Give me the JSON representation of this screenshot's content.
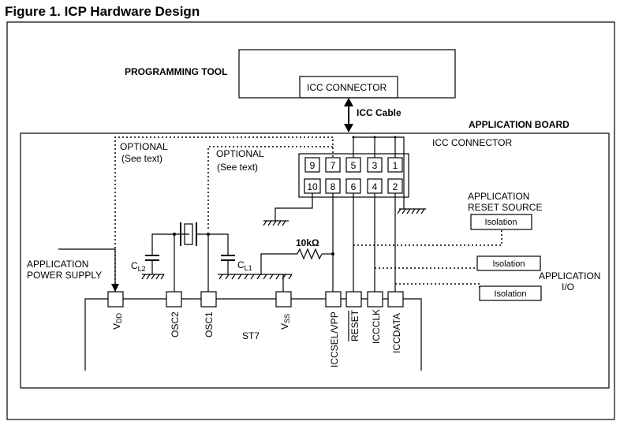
{
  "figure": {
    "title": "Figure 1. ICP Hardware Design",
    "programming_tool": "PROGRAMMING TOOL",
    "tool_connector": "ICC  CONNECTOR",
    "cable": "ICC Cable",
    "application_board": "APPLICATION BOARD",
    "board_connector": "ICC  CONNECTOR",
    "optional_1": "OPTIONAL",
    "see_text_1": "(See text)",
    "optional_2": "OPTIONAL",
    "see_text_2": "(See text)",
    "header_pins_top": [
      "9",
      "7",
      "5",
      "3",
      "1"
    ],
    "header_pins_bottom": [
      "10",
      "8",
      "6",
      "4",
      "2"
    ],
    "reset_source_1": "APPLICATION",
    "reset_source_2": "RESET SOURCE",
    "isolation_1": "Isolation",
    "isolation_2": "Isolation",
    "isolation_3": "Isolation",
    "app_io_1": "APPLICATION",
    "app_io_2": "I/O",
    "power_1": "APPLICATION",
    "power_2": "POWER SUPPLY",
    "resistor": "10kΩ",
    "cl2": "C",
    "cl2_sub": "L2",
    "cl1": "C",
    "cl1_sub": "L1",
    "chip": "ST7",
    "pins": {
      "vdd": "V",
      "vdd_sub": "DD",
      "osc2": "OSC2",
      "osc1": "OSC1",
      "vss": "V",
      "vss_sub": "SS",
      "iccsel": "ICCSEL/VPP",
      "reset": "RESET",
      "iccclk": "ICCCLK",
      "iccdata": "ICCDATA"
    }
  }
}
